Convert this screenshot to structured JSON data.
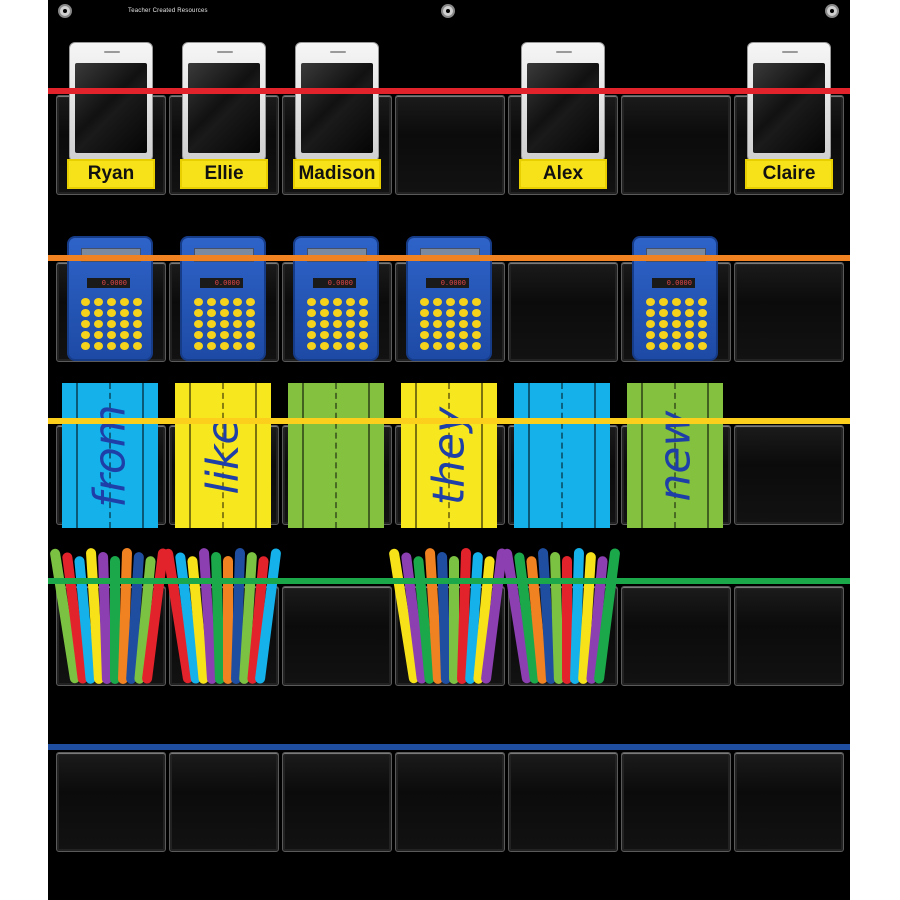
{
  "brand": "Teacher Created Resources",
  "colors": {
    "background": "#000000",
    "strip_red": "#e3232b",
    "strip_orange": "#f08221",
    "strip_yellow": "#fccf1c",
    "strip_green": "#1aa84b",
    "strip_blue": "#1f4ea1",
    "label_yellow": "#f7e21a",
    "card_blue": "#14b1ea",
    "card_yellow": "#f7e71e",
    "card_green": "#84c13e",
    "calculator_blue": "#2e63c8"
  },
  "rows": [
    {
      "color_name": "red",
      "items": [
        {
          "type": "phone",
          "label": "Ryan"
        },
        {
          "type": "phone",
          "label": "Ellie"
        },
        {
          "type": "phone",
          "label": "Madison"
        },
        {
          "type": "empty"
        },
        {
          "type": "phone",
          "label": "Alex"
        },
        {
          "type": "empty"
        },
        {
          "type": "phone",
          "label": "Claire"
        }
      ]
    },
    {
      "color_name": "orange",
      "items": [
        {
          "type": "calculator"
        },
        {
          "type": "calculator"
        },
        {
          "type": "calculator"
        },
        {
          "type": "calculator"
        },
        {
          "type": "empty"
        },
        {
          "type": "calculator"
        },
        {
          "type": "empty"
        }
      ]
    },
    {
      "color_name": "yellow",
      "items": [
        {
          "type": "card",
          "card_color": "blue",
          "word": "from"
        },
        {
          "type": "card",
          "card_color": "yellow",
          "word": "like"
        },
        {
          "type": "card",
          "card_color": "green",
          "word": ""
        },
        {
          "type": "card",
          "card_color": "yellow",
          "word": "they"
        },
        {
          "type": "card",
          "card_color": "blue",
          "word": ""
        },
        {
          "type": "card",
          "card_color": "green",
          "word": "new"
        },
        {
          "type": "empty"
        }
      ]
    },
    {
      "color_name": "green",
      "items": [
        {
          "type": "sticks"
        },
        {
          "type": "sticks"
        },
        {
          "type": "empty"
        },
        {
          "type": "sticks"
        },
        {
          "type": "sticks"
        },
        {
          "type": "empty"
        },
        {
          "type": "empty"
        }
      ]
    },
    {
      "color_name": "blue",
      "items": [
        {
          "type": "empty"
        },
        {
          "type": "empty"
        },
        {
          "type": "empty"
        },
        {
          "type": "empty"
        },
        {
          "type": "empty"
        },
        {
          "type": "empty"
        },
        {
          "type": "empty"
        }
      ]
    }
  ],
  "icons": {
    "grommet": "grommet-icon",
    "phone": "smartphone-icon",
    "calculator": "calculator-icon",
    "sticks": "craft-sticks-icon"
  }
}
